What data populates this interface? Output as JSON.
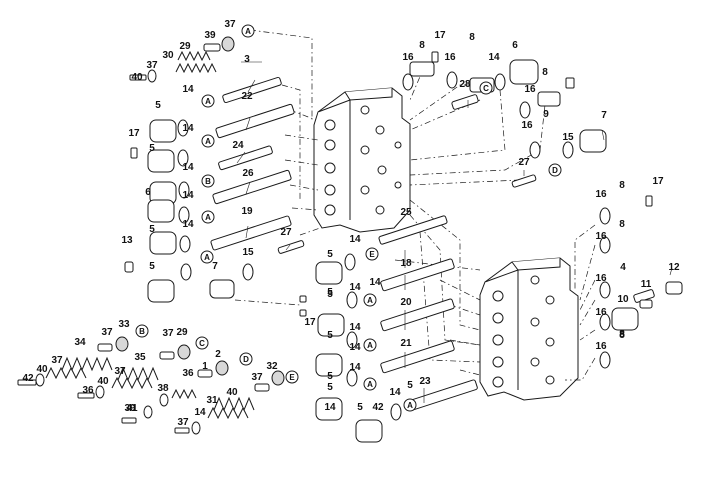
{
  "colors": {
    "ink": "#1a1a1a",
    "paper": "#ffffff",
    "shade": "#d8d8d8"
  },
  "callouts": [
    "37",
    "39",
    "29",
    "30",
    "37",
    "40",
    "3",
    "22",
    "5",
    "14",
    "17",
    "5",
    "14",
    "24",
    "26",
    "14",
    "6",
    "14",
    "19",
    "13",
    "5",
    "27",
    "14",
    "5",
    "15",
    "7",
    "16",
    "8",
    "17",
    "16",
    "8",
    "6",
    "14",
    "28",
    "16",
    "8",
    "9",
    "16",
    "15",
    "7",
    "27",
    "25",
    "14",
    "16",
    "8",
    "17",
    "16",
    "8",
    "18",
    "5",
    "14",
    "17",
    "20",
    "5",
    "14",
    "16",
    "4",
    "12",
    "11",
    "10",
    "16",
    "8",
    "21",
    "5",
    "14",
    "16",
    "8",
    "23",
    "5",
    "14",
    "5",
    "42",
    "37",
    "33",
    "34",
    "37",
    "40",
    "42",
    "37",
    "29",
    "35",
    "37",
    "40",
    "36",
    "41",
    "1",
    "2",
    "36",
    "38",
    "39",
    "37",
    "32",
    "31",
    "40",
    "37",
    "14",
    "14",
    "14",
    "5",
    "14",
    "5",
    "5"
  ],
  "refs": [
    "A",
    "A",
    "A",
    "B",
    "A",
    "A",
    "C",
    "D",
    "E",
    "A",
    "A",
    "A",
    "A",
    "B",
    "C",
    "D",
    "E"
  ]
}
